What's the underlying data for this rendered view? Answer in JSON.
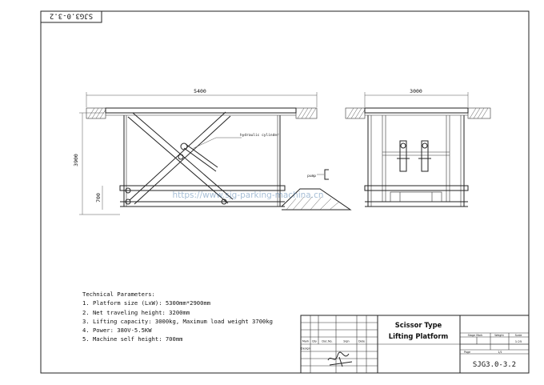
{
  "drawing_code": "SJG3.0-3.2",
  "drawing_code_flipped": "SJG3.0-3.2",
  "dimensions": {
    "side_length": "5400",
    "side_height": "3900",
    "side_low": "700",
    "front_width": "3000"
  },
  "labels": {
    "cylinder": "hydraulic cylinder",
    "pump": "pump"
  },
  "watermark": "https://www.sjg-parking-machina.cn",
  "parameters": {
    "title": "Technical Parameters:",
    "items": [
      "1. Platform size (LxW): 5300mm*2900mm",
      "2. Net traveling height: 3200mm",
      "3. Lifting capacity: 3000kg, Maximum load weight 3700kg",
      "4. Power: 380V-5.5KW",
      "5. Machine self height: 700mm"
    ]
  },
  "title_block": {
    "product_line1": "Scissor Type",
    "product_line2": "Lifting Platform",
    "stage_mark": "Stage Mark",
    "weight": "Weight",
    "scale_label": "Scale",
    "scale_value": "1:25",
    "page": "Page",
    "page_value": "1/1",
    "mark": "Mark",
    "qty": "Qty",
    "doc_no": "Doc.No.",
    "signature": "Sign",
    "date": "Date",
    "design": "Design",
    "code": "SJG3.0-3.2"
  }
}
